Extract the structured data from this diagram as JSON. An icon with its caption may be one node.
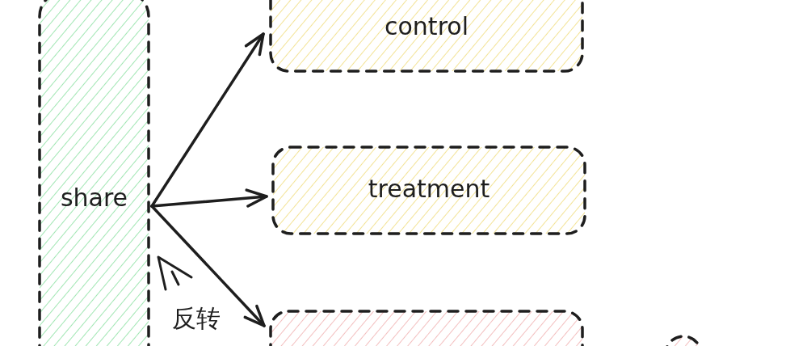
{
  "diagram": {
    "nodes": [
      {
        "text": [
          "share"
        ]
      },
      {
        "text": [
          "control"
        ]
      },
      {
        "text": [
          "treatment"
        ]
      },
      {
        "text": [],
        "shape": "box"
      },
      {
        "text": [],
        "shape": "circle"
      }
    ],
    "edges": [
      {
        "from": 0,
        "to": 1,
        "arrow": "to"
      },
      {
        "from": 0,
        "to": 2,
        "arrow": "to"
      },
      {
        "from": 0,
        "to": 3,
        "arrow": "to"
      }
    ],
    "labels": [
      "反转"
    ]
  }
}
